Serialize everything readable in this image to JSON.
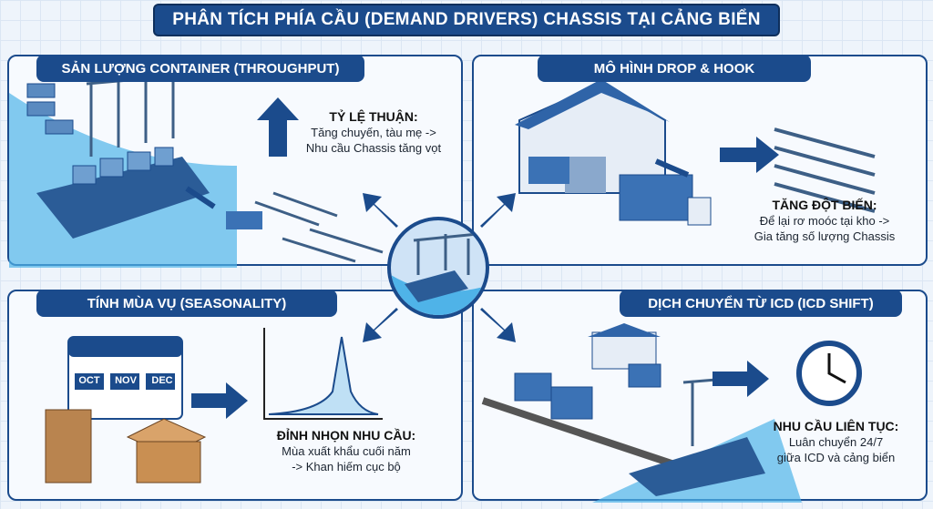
{
  "title": "PHÂN TÍCH PHÍA CẦU (DEMAND DRIVERS) CHASSIS TẠI CẢNG BIỂN",
  "panels": {
    "throughput": {
      "header": "SẢN LƯỢNG CONTAINER (THROUGHPUT)",
      "heading": "TỶ LỆ THUẬN:",
      "line1": "Tăng chuyến, tàu mẹ ->",
      "line2": "Nhu cầu Chassis tăng vọt"
    },
    "drop_hook": {
      "header": "MÔ HÌNH DROP & HOOK",
      "heading": "TĂNG ĐỘT BIẾN:",
      "line1": "Để lại rơ moóc tại kho ->",
      "line2": "Gia tăng số lượng Chassis"
    },
    "seasonality": {
      "header": "TÍNH MÙA VỤ (SEASONALITY)",
      "heading": "ĐỈNH NHỌN NHU CẦU:",
      "line1": "Mùa xuất khẩu cuối năm",
      "line2": "-> Khan hiếm cục bộ",
      "months": [
        "OCT",
        "NOV",
        "DEC"
      ]
    },
    "icd_shift": {
      "header": "DỊCH CHUYỂN TỪ ICD (ICD SHIFT)",
      "heading": "NHU CẦU LIÊN TỤC:",
      "line1": "Luân chuyển 24/7",
      "line2": "giữa ICD và cảng biển"
    }
  },
  "colors": {
    "navy": "#1b4b8c",
    "water": "#4fb3e8"
  }
}
